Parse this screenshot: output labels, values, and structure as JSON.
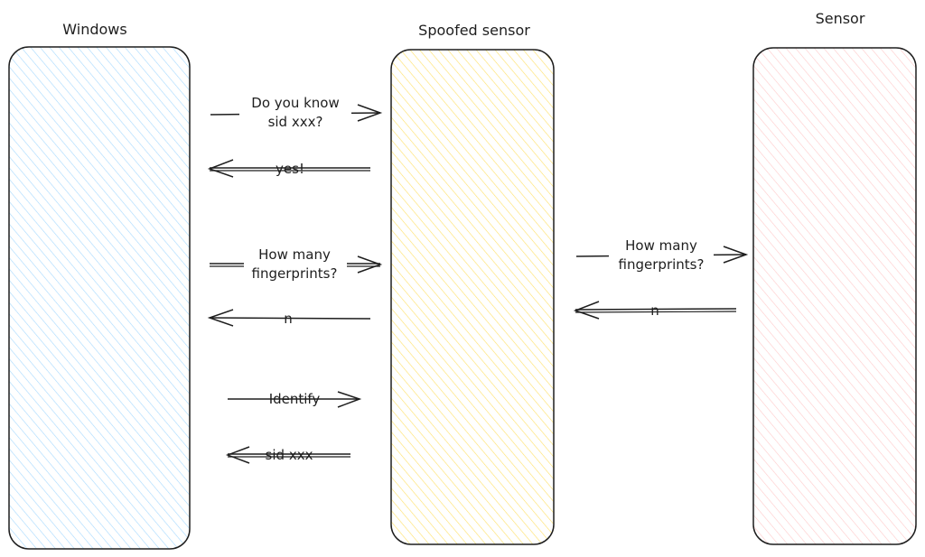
{
  "lanes": [
    {
      "id": "windows",
      "title": "Windows",
      "fill": "#a5d8ff",
      "stroke": "#1e1e1e"
    },
    {
      "id": "spoofed",
      "title": "Spoofed sensor",
      "fill": "#ffec99",
      "stroke": "#1e1e1e"
    },
    {
      "id": "sensor",
      "title": "Sensor",
      "fill": "#ffc9c9",
      "stroke": "#1e1e1e"
    }
  ],
  "messages": [
    {
      "id": "m1",
      "lines": [
        "Do you know",
        "sid xxx?"
      ],
      "direction": "right"
    },
    {
      "id": "m2",
      "lines": [
        "yes!"
      ],
      "direction": "left"
    },
    {
      "id": "m3",
      "lines": [
        "How many",
        "fingerprints?"
      ],
      "direction": "right"
    },
    {
      "id": "m4",
      "lines": [
        "n"
      ],
      "direction": "left"
    },
    {
      "id": "m5",
      "lines": [
        "Identify"
      ],
      "direction": "right"
    },
    {
      "id": "m6",
      "lines": [
        "sid xxx"
      ],
      "direction": "left"
    },
    {
      "id": "m7",
      "lines": [
        "How many",
        "fingerprints?"
      ],
      "direction": "right"
    },
    {
      "id": "m8",
      "lines": [
        "n"
      ],
      "direction": "left"
    }
  ]
}
